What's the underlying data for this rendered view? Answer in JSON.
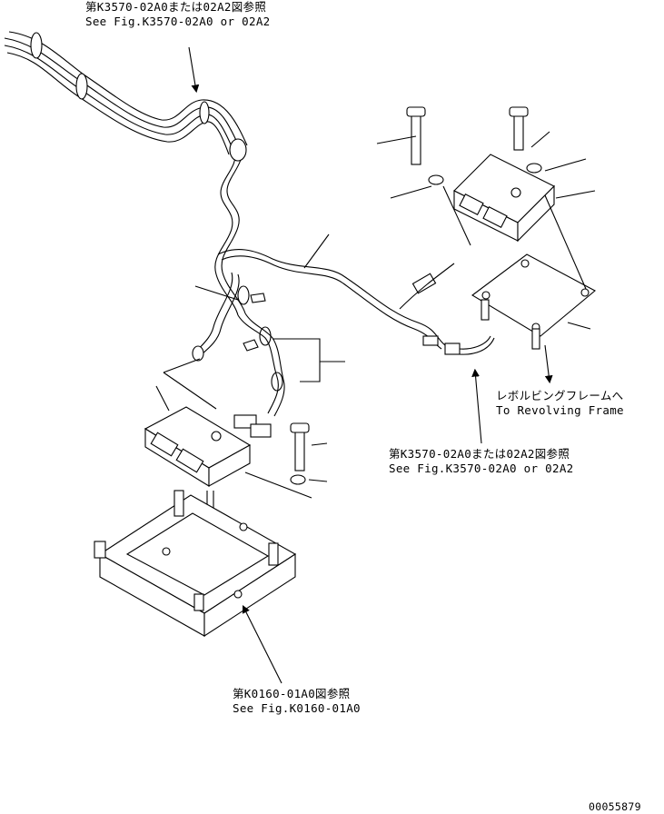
{
  "refs": {
    "top": {
      "jp": "第K3570-02A0または02A2図参照",
      "en": "See Fig.K3570-02A0 or 02A2"
    },
    "right": {
      "jp": "第K3570-02A0または02A2図参照",
      "en": "See Fig.K3570-02A0 or 02A2"
    },
    "bottom": {
      "jp": "第K0160-01A0図参照",
      "en": "See Fig.K0160-01A0"
    }
  },
  "notes": {
    "revolving_frame": {
      "jp": "レボルビングフレームへ",
      "en": "To Revolving Frame"
    }
  },
  "document_number": "00055879"
}
